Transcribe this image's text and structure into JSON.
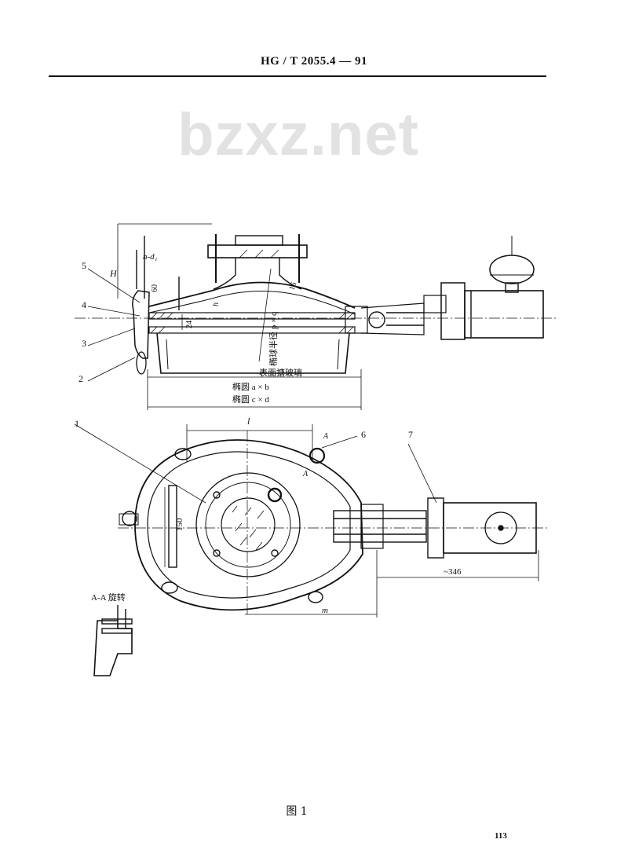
{
  "header": {
    "standard_code": "HG / T 2055.4 — 91"
  },
  "watermark": {
    "text": "bzxz.net"
  },
  "figure": {
    "caption": "图  1",
    "part_numbers": {
      "p1": "1",
      "p2": "2",
      "p3": "3",
      "p4": "4",
      "p5": "5",
      "p6": "6",
      "p7": "7"
    },
    "dims": {
      "H": "H",
      "bolt_holes": "n-d₁",
      "h": "h",
      "d60": "60",
      "d24": "24",
      "d16": "16",
      "ellipse_ab": "椭圆 a × b",
      "ellipse_cd": "椭圆 c × d",
      "ellipse_radius": "椭球半径 p × q",
      "glass_surface": "表面搪玻璃",
      "l": "l",
      "m": "m",
      "d150": "150",
      "d346": "~346",
      "section_mark": "A",
      "section_label": "A-A 旋转"
    }
  },
  "page": {
    "number": "113"
  }
}
